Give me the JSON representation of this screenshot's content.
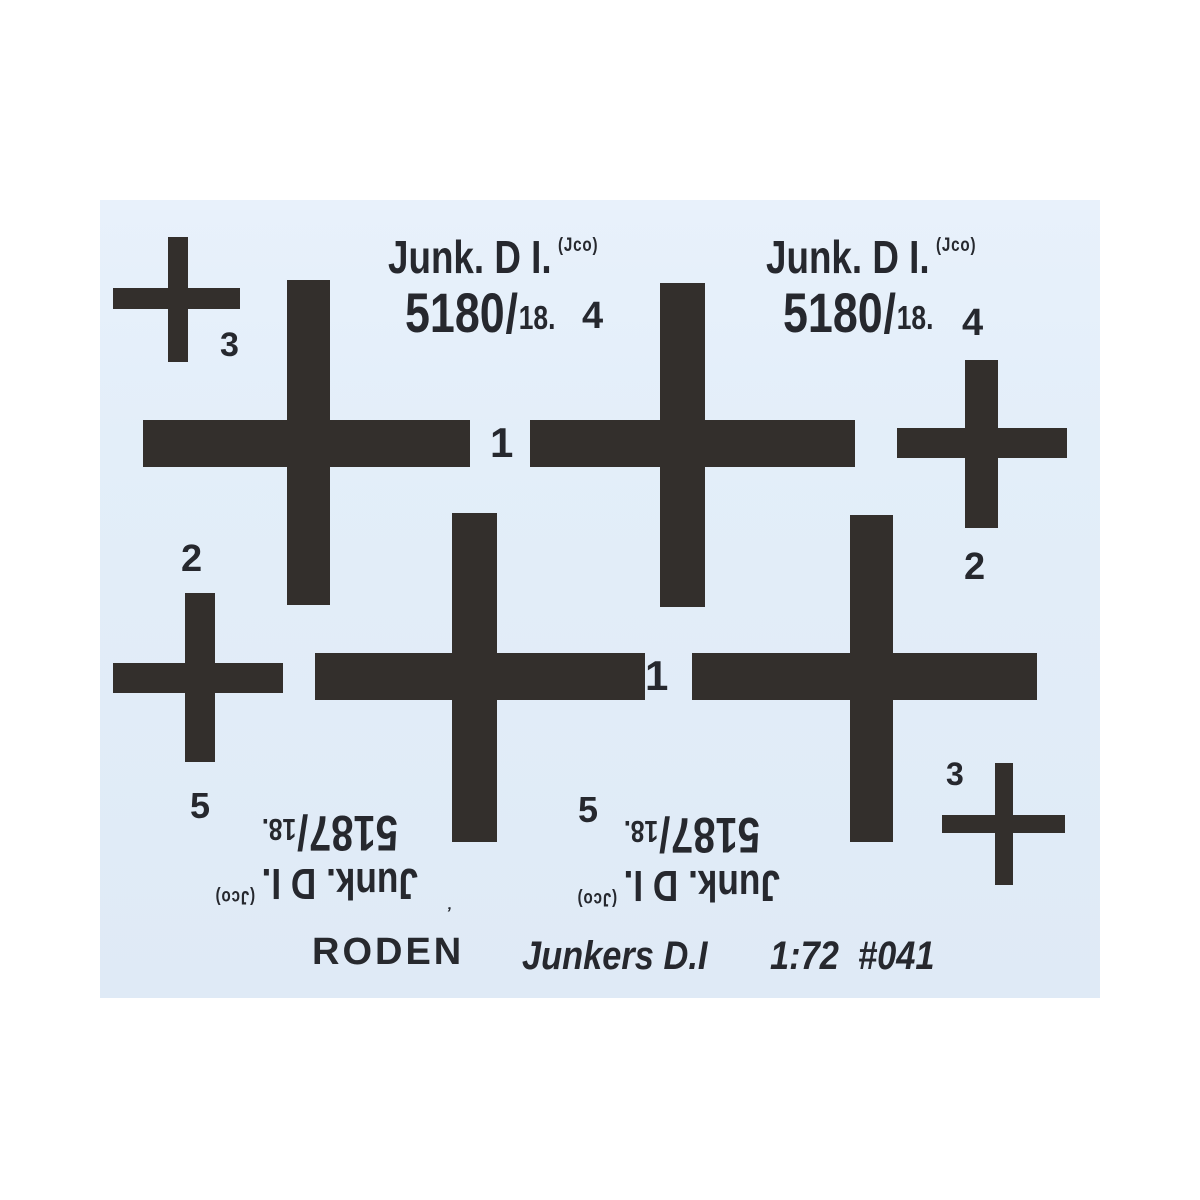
{
  "colors": {
    "page_background": "#ffffff",
    "sheet_background": "#e3eef9",
    "ink": "#332f2c",
    "text_ink": "#26282e"
  },
  "decal_texts": {
    "aircraft_name": "Junk. D I.",
    "aircraft_name_note": "(Jco)",
    "serial_top": {
      "main": "5180",
      "slash": "/",
      "frac": "18."
    },
    "serial_bottom": {
      "main": "5187",
      "slash": "/",
      "frac": "18."
    }
  },
  "item_numbers": {
    "large_cross": "1",
    "medium_cross": "2",
    "small_cross": "3",
    "text_5180": "4",
    "text_5187": "5"
  },
  "footer": {
    "brand": "RODEN",
    "brand_mark": "’",
    "product": "Junkers D.I",
    "scale": "1:72",
    "kit_number": "#041"
  }
}
